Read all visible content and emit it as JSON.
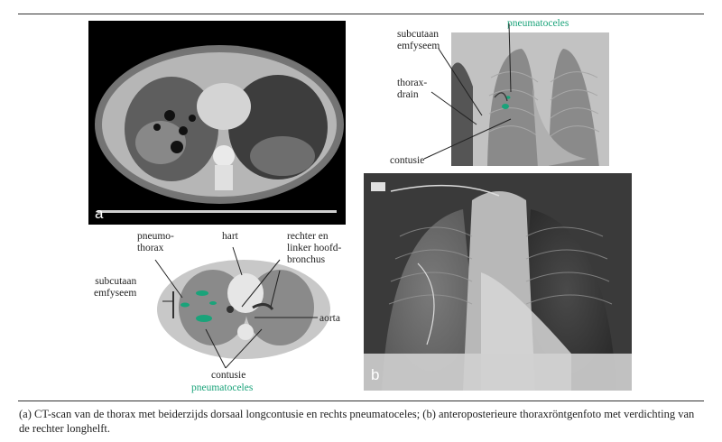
{
  "panels": {
    "a": {
      "letter": "a"
    },
    "b": {
      "letter": "b"
    }
  },
  "ct_diagram": {
    "labels": {
      "pneumothorax": "pneumo-\nthorax",
      "hart": "hart",
      "bronchus": "rechter en\nlinker hoofd-\nbronchus",
      "subcutaan": "subcutaan\nemfyseem",
      "aorta": "aorta",
      "contusie": "contusie",
      "pneumatoceles": "pneumatoceles"
    }
  },
  "xray_diagram": {
    "labels": {
      "pneumatoceles": "pneumatoceles",
      "subcutaan": "subcutaan\nemfyseem",
      "thoraxdrain": "thorax-\ndrain",
      "contusie": "contusie"
    }
  },
  "caption": "(a) CT-scan van de thorax met beiderzijds dorsaal longcontusie en rechts pneumatoceles; (b) anteroposterieure thoraxröntgenfoto met verdichting van de rechter longhelft.",
  "colors": {
    "green": "#1aa37a",
    "dark_gray": "#555555",
    "lung_gray": "#8a8a8a",
    "body_gray": "#c8c8c8"
  }
}
